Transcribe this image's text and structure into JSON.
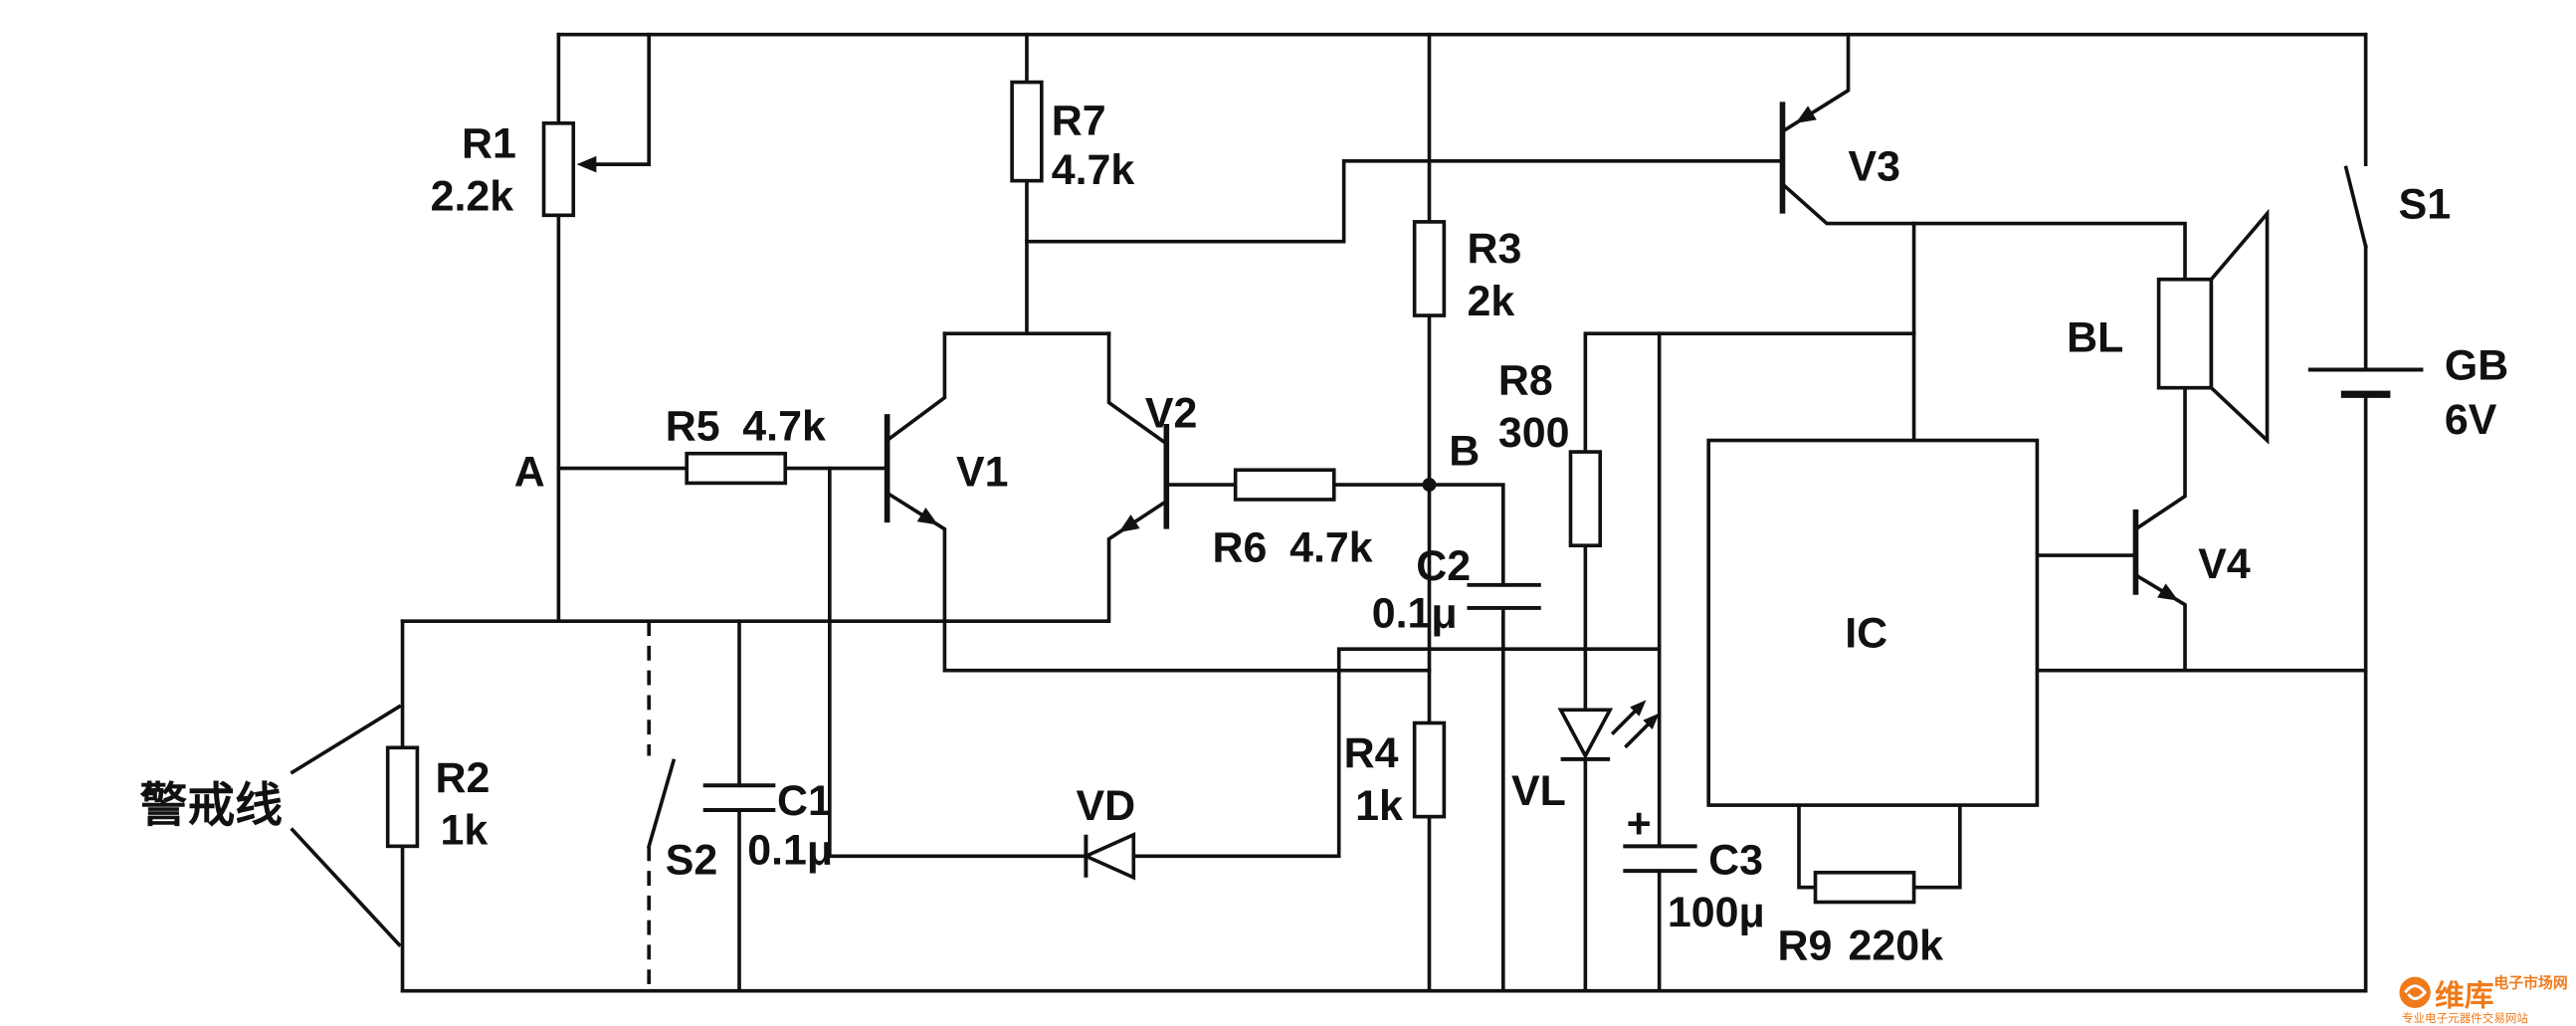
{
  "components": {
    "r1": {
      "ref": "R1",
      "value": "2.2k"
    },
    "r2": {
      "ref": "R2",
      "value": "1k"
    },
    "r3": {
      "ref": "R3",
      "value": "2k"
    },
    "r4": {
      "ref": "R4",
      "value": "1k"
    },
    "r5": {
      "ref": "R5",
      "value": "4.7k"
    },
    "r6": {
      "ref": "R6",
      "value": "4.7k"
    },
    "r7": {
      "ref": "R7",
      "value": "4.7k"
    },
    "r8": {
      "ref": "R8",
      "value": "300"
    },
    "r9": {
      "ref": "R9",
      "value": "220k"
    },
    "c1": {
      "ref": "C1",
      "value": "0.1μ"
    },
    "c2": {
      "ref": "C2",
      "value": "0.1μ"
    },
    "c3": {
      "ref": "C3",
      "value": "100μ",
      "polarity": "+"
    },
    "v1": {
      "ref": "V1"
    },
    "v2": {
      "ref": "V2"
    },
    "v3": {
      "ref": "V3"
    },
    "v4": {
      "ref": "V4"
    },
    "vd": {
      "ref": "VD"
    },
    "vl": {
      "ref": "VL"
    },
    "s1": {
      "ref": "S1"
    },
    "s2": {
      "ref": "S2"
    },
    "bl": {
      "ref": "BL"
    },
    "gb": {
      "ref": "GB",
      "value": "6V"
    },
    "ic": {
      "ref": "IC"
    }
  },
  "nodes": {
    "a": "A",
    "b": "B"
  },
  "alarm_wire_label": "警戒线",
  "watermark": {
    "brand": "维库",
    "site": "电子市场网",
    "tagline": "专业电子元器件交易网站"
  },
  "colors": {
    "ink": "#111111",
    "watermark": "#f07a1a"
  }
}
